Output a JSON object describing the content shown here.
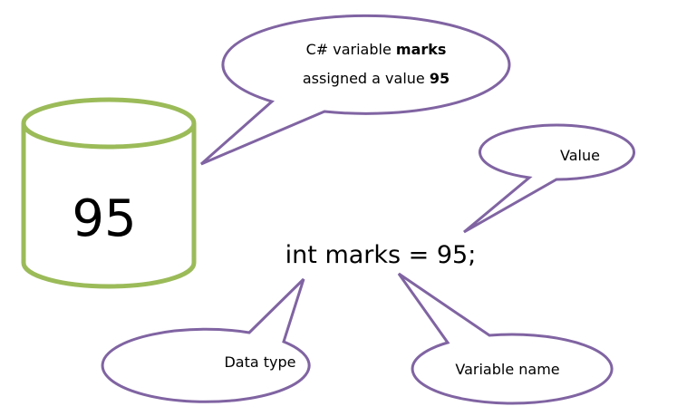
{
  "cylinder": {
    "value": "95",
    "stroke_color": "#9bbb59"
  },
  "statement": "int marks = 95;",
  "callouts": {
    "stroke_color": "#8064a2",
    "main": {
      "prefix": "C# variable",
      "variable": "marks",
      "line2_prefix": "assigned a value",
      "value": "95"
    },
    "value_label": "Value",
    "data_type_label": "Data type",
    "variable_name_label": "Variable name"
  }
}
